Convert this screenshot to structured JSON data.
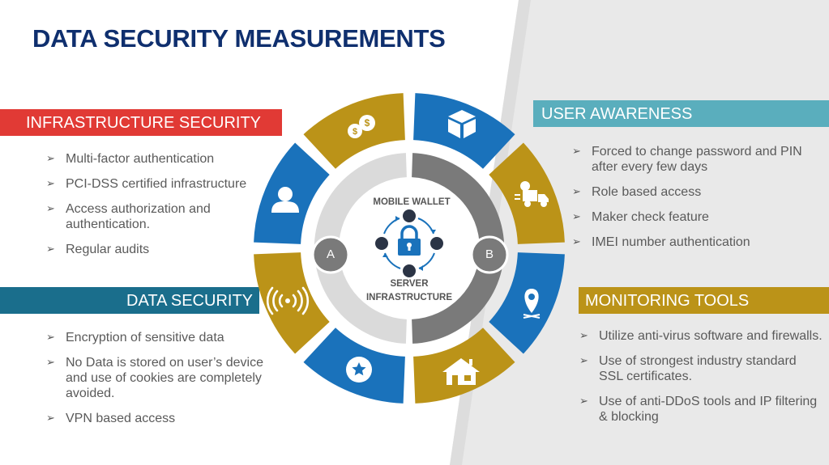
{
  "title": "DATA SECURITY MEASUREMENTS",
  "sections": {
    "infrastructure_security": {
      "heading": "INFRASTRUCTURE SECURITY",
      "items": [
        "Multi-factor authentication",
        "PCI-DSS certified infrastructure",
        "Access authorization and authentication.",
        "Regular audits"
      ]
    },
    "data_security": {
      "heading": "DATA SECURITY",
      "items": [
        "Encryption of sensitive data",
        "No Data is stored on user’s device and use of cookies are completely avoided.",
        "VPN based access"
      ]
    },
    "user_awareness": {
      "heading": "USER AWARENESS",
      "items": [
        "Forced to change password and PIN after every few days",
        "Role based access",
        "Maker check feature",
        "IMEI number authentication"
      ]
    },
    "monitoring_tools": {
      "heading": "MONITORING TOOLS",
      "items": [
        "Utilize anti-virus software and firewalls.",
        "Use of strongest industry standard SSL certificates.",
        "Use of anti-DDoS tools and IP filtering & blocking"
      ]
    }
  },
  "center": {
    "top_label": "MOBILE WALLET",
    "bottom_label": "SERVER INFRASTRUCTURE",
    "node_a": "A",
    "node_b": "B"
  },
  "segments": [
    {
      "name": "coins",
      "icon": "coins-icon",
      "color": "#bb9318"
    },
    {
      "name": "box",
      "icon": "box-icon",
      "color": "#1a72bb"
    },
    {
      "name": "delivery",
      "icon": "delivery-truck-icon",
      "color": "#bb9318"
    },
    {
      "name": "location",
      "icon": "location-pin-icon",
      "color": "#1a72bb"
    },
    {
      "name": "house",
      "icon": "house-icon",
      "color": "#bb9318"
    },
    {
      "name": "star",
      "icon": "star-icon",
      "color": "#1a72bb"
    },
    {
      "name": "wireless",
      "icon": "wireless-icon",
      "color": "#bb9318"
    },
    {
      "name": "user",
      "icon": "user-icon",
      "color": "#1a72bb"
    }
  ],
  "colors": {
    "title": "#0f2f6e",
    "infrastructure_band": "#e13a35",
    "data_band": "#1a6e8c",
    "user_band": "#5aaebd",
    "monitoring_band": "#bb9318",
    "ring_gold": "#bb9318",
    "ring_blue": "#1a72bb",
    "inner_light": "#dadada",
    "inner_dark": "#7a7a7a",
    "node_dark": "#2b3445"
  }
}
